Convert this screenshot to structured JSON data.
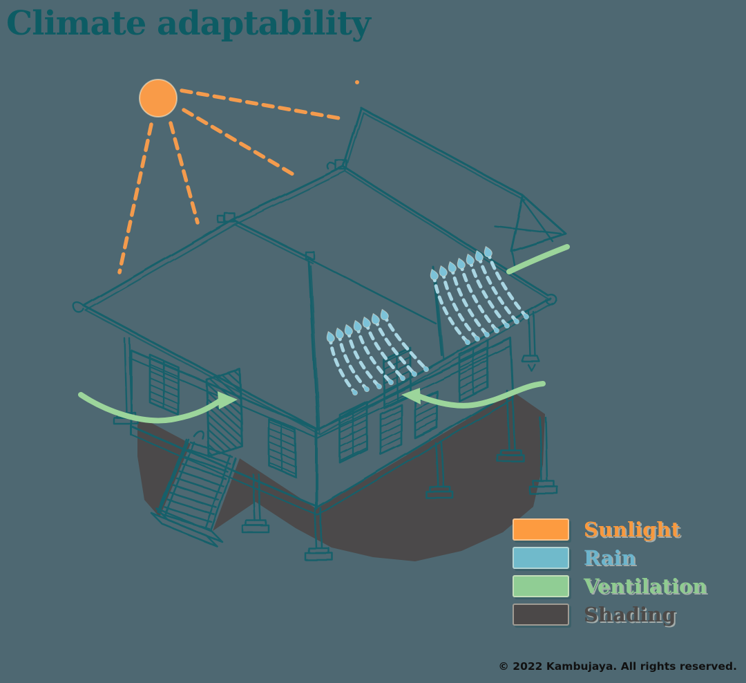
{
  "title": "Climate adaptability",
  "legend": {
    "items": [
      {
        "label": "Sunlight",
        "swatch_color": "#FD9B40",
        "label_color": "#F8993E"
      },
      {
        "label": "Rain",
        "swatch_color": "#70BACB",
        "label_color": "#6CB5CD"
      },
      {
        "label": "Ventilation",
        "swatch_color": "#90CD94",
        "label_color": "#8FCC90"
      },
      {
        "label": "Shading",
        "swatch_color": "#4B4848",
        "label_color": "#4D4A48"
      }
    ]
  },
  "footer": {
    "copyright": "© 2022 Kambujaya. All rights reserved."
  },
  "colors": {
    "background": "#4E6872",
    "line": "#17616B",
    "title": "#0D5C64",
    "sunlight": "#F99B48",
    "rain": "#7CC2D8",
    "rain_trail": "#A9D6E3",
    "ventilation": "#9CD59B",
    "shading": "#4B4848"
  },
  "illustration": {
    "subject": "stilt-house",
    "elements": [
      "sun-icon",
      "sun-rays",
      "rain-streams",
      "ventilation-arrows",
      "shading-areas",
      "stilt-house"
    ]
  }
}
